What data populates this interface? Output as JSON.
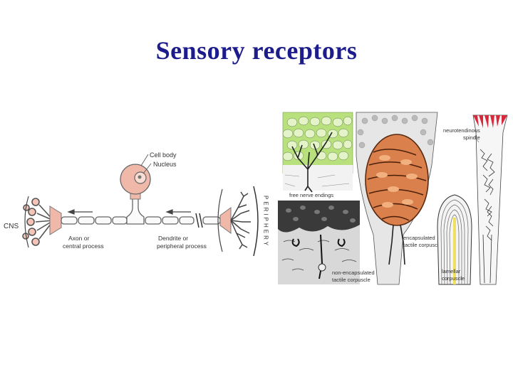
{
  "slide": {
    "title": "Sensory receptors"
  },
  "neuron": {
    "cns_label": "CNS",
    "cell_body_label": "Cell body",
    "nucleus_label": "Nucleus",
    "axon_label_line1": "Axon or",
    "axon_label_line2": "central process",
    "dendrite_label_line1": "Dendrite or",
    "dendrite_label_line2": "peripheral process",
    "periphery_label": "PERIPHERY"
  },
  "receptors": {
    "free_nerve_endings": "free nerve endings",
    "non_encapsulated_line1": "non-encapsulated",
    "non_encapsulated_line2": "tactile corpuscle",
    "encapsulated_line1": "encapsulated",
    "encapsulated_line2": "tactile corpuscle",
    "lamellar_line1": "lamellar",
    "lamellar_line2": "corpuscle",
    "neurotendinous_line1": "neurotendinous",
    "neurotendinous_line2": "spindle"
  },
  "colors": {
    "title": "#1c1c8c",
    "cell_body": "#f0b8a8",
    "epithelium_green": "#b8e07c",
    "corpuscle_orange": "#d9804c",
    "spindle_red": "#d8283c",
    "lamellar_yellow": "#f0e060"
  }
}
